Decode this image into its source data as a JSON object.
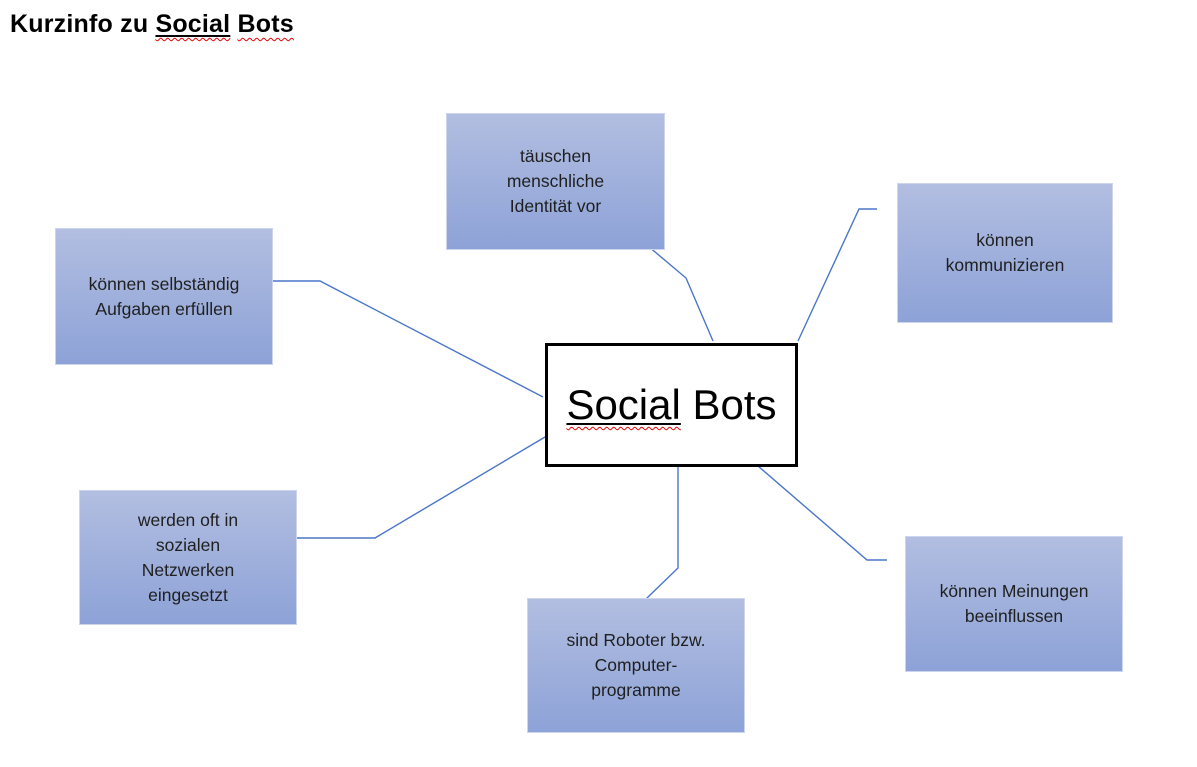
{
  "title": {
    "prefix": "Kurzinfo zu",
    "word_social": "Social",
    "word_bots": "Bots"
  },
  "center_node": {
    "word_social": "Social",
    "word_bots": "Bots"
  },
  "nodes": {
    "top": {
      "text": "täuschen\nmenschliche\nIdentität vor"
    },
    "right_top": {
      "text": "können\nkommunizieren"
    },
    "left": {
      "text": "können selbständig\nAufgaben erfüllen"
    },
    "bottom_left": {
      "text": "werden oft in\nsozialen\nNetzwerken\neingesetzt"
    },
    "bottom_center": {
      "text": "sind Roboter bzw.\nComputer-\nprogramme"
    },
    "bottom_right": {
      "text": "können Meinungen\nbeeinflussen"
    }
  },
  "colors": {
    "node_gradient_top": "#b2bee1",
    "node_gradient_bottom": "#8da2d7",
    "node_border": "#cdd5ee",
    "connector_line": "#4a76c9",
    "center_box_border": "#000000",
    "spellcheck_squiggle": "#e60000",
    "text": "#1f1f1f"
  }
}
